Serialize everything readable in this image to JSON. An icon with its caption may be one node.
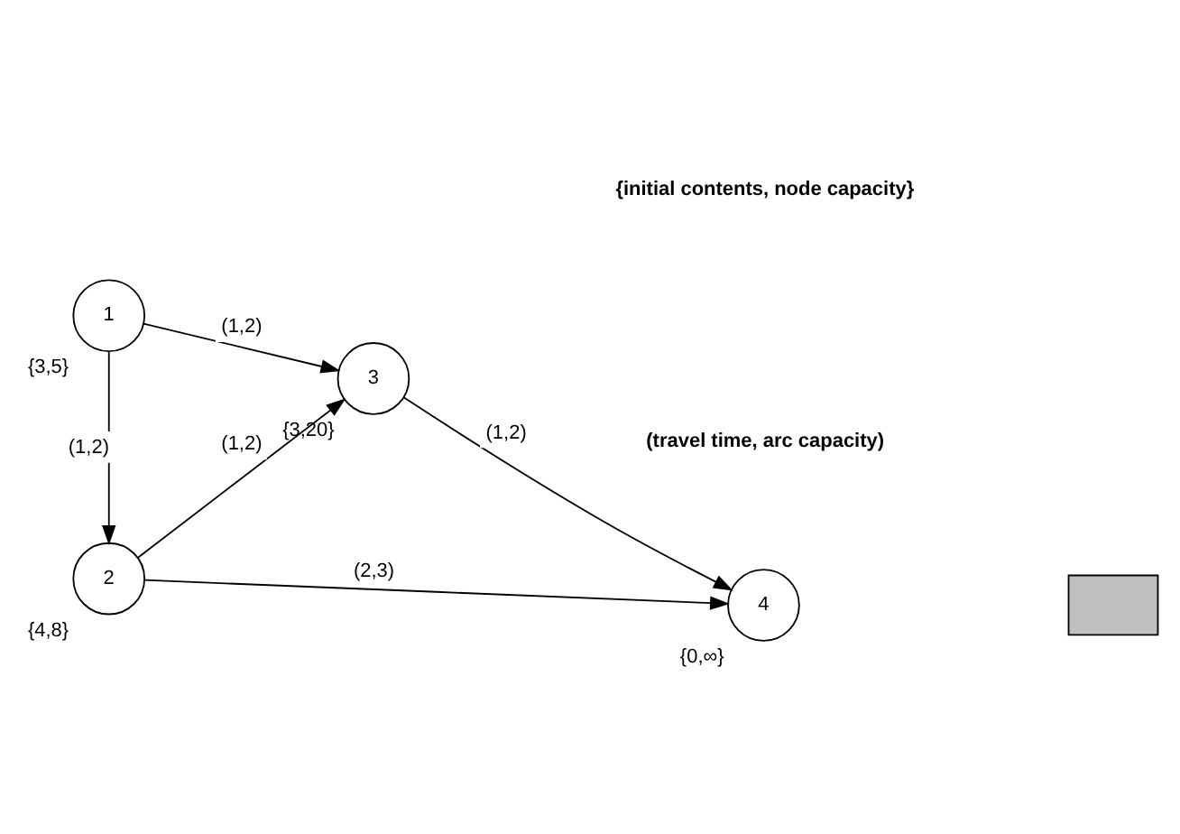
{
  "diagram": {
    "nodes": [
      {
        "text": [
          "1"
        ],
        "beside": [
          "{3,5}"
        ]
      },
      {
        "text": [
          "2"
        ],
        "beside": [
          "{4,8}"
        ]
      },
      {
        "text": [
          "3"
        ],
        "beside": [
          "{3,20}"
        ]
      },
      {
        "text": [
          "4"
        ],
        "beside": [
          "{0,∞}"
        ]
      },
      {
        "text": [],
        "shape": "box"
      }
    ],
    "edges": [
      {
        "from": 0,
        "to": 2,
        "arrow": "to",
        "label": "(1,2)"
      },
      {
        "from": 0,
        "to": 1,
        "arrow": "to",
        "label": "(1,2)"
      },
      {
        "from": 2,
        "to": 3,
        "arrow": "to",
        "label": "(1,2)"
      },
      {
        "from": 1,
        "to": 2,
        "arrow": "to",
        "label": "(1,2)"
      },
      {
        "from": 1,
        "to": 3,
        "arrow": "to",
        "label": "(2,3)"
      }
    ],
    "labels": [
      "{initial contents, node capacity}",
      "(travel time, arc capacity)"
    ]
  }
}
